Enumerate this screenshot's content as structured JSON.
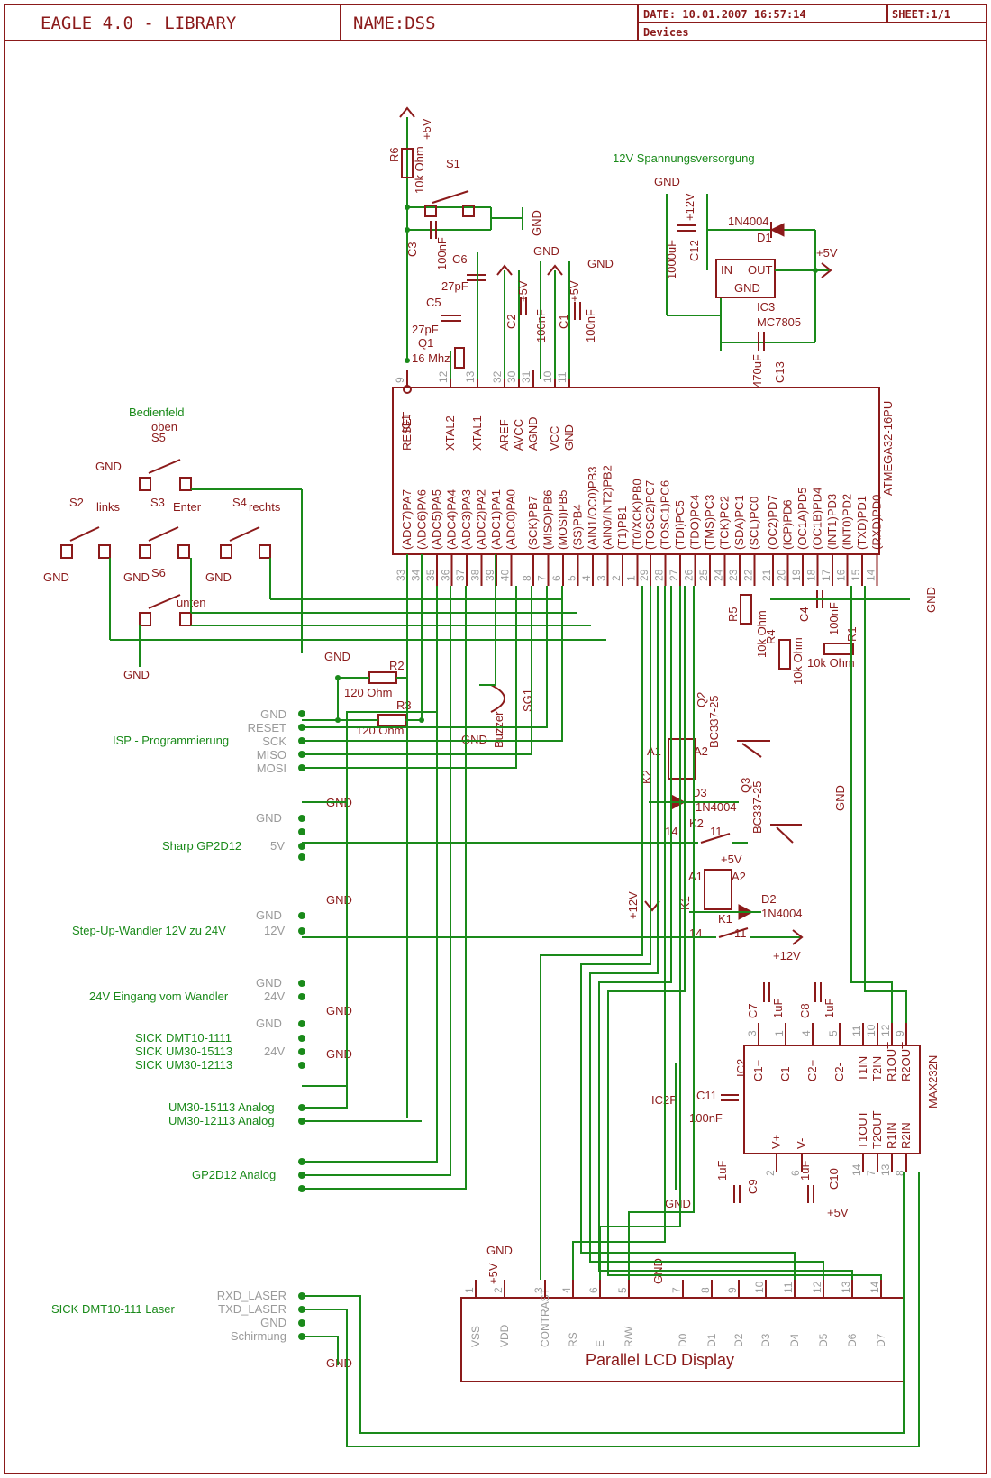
{
  "title_block": {
    "app": "EAGLE 4.0 - LIBRARY",
    "name": "NAME:DSS",
    "date": "DATE: 10.01.2007 16:57:14",
    "sheet": "SHEET:1/1",
    "category": "Devices"
  },
  "parts": {
    "mcu_ref": "IC1",
    "mcu_value": "ATMEGA32-16PU",
    "mcu_top_pins": [
      "RESET",
      "XTAL2",
      "XTAL1",
      "AREF",
      "AVCC",
      "AGND",
      "VCC",
      "GND"
    ],
    "mcu_top_nums": [
      "9",
      "12",
      "13",
      "32",
      "30",
      "31",
      "10",
      "11"
    ],
    "mcu_bottom_pins_a": [
      "(ADC7)PA7",
      "(ADC6)PA6",
      "(ADC5)PA5",
      "(ADC4)PA4",
      "(ADC3)PA3",
      "(ADC2)PA2",
      "(ADC1)PA1",
      "(ADC0)PA0"
    ],
    "mcu_bottom_pins_b": [
      "(SCK)PB7",
      "(MISO)PB6",
      "(MOSI)PB5",
      "(SS)PB4",
      "(AIN1/OC0)PB3",
      "(AIN0/INT2)PB2",
      "(T1)PB1",
      "(T0/XCK)PB0"
    ],
    "mcu_bottom_pins_c": [
      "(TOSC2)PC7",
      "(TOSC1)PC6",
      "(TDI)PC5",
      "(TDO)PC4",
      "(TMS)PC3",
      "(TCK)PC2",
      "(SDA)PC1",
      "(SCL)PC0"
    ],
    "mcu_bottom_pins_d": [
      "(OC2)PD7",
      "(ICP)PD6",
      "(OC1A)PD5",
      "(OC1B)PD4",
      "(INT1)PD3",
      "(INT0)PD2",
      "(TXD)PD1",
      "(RXD)PD0"
    ],
    "mcu_bottom_nums_a": [
      "33",
      "34",
      "35",
      "36",
      "37",
      "38",
      "39",
      "40"
    ],
    "mcu_bottom_nums_b": [
      "8",
      "7",
      "6",
      "5",
      "4",
      "3",
      "2",
      "1"
    ],
    "mcu_bottom_nums_c": [
      "29",
      "28",
      "27",
      "26",
      "25",
      "24",
      "23",
      "22"
    ],
    "mcu_bottom_nums_d": [
      "21",
      "20",
      "19",
      "18",
      "17",
      "16",
      "15",
      "14"
    ],
    "r6": "R6",
    "r6_value": "10k Ohm",
    "plus5v": "+5V",
    "s1": "S1",
    "c3": "C3",
    "c3_value": "100nF",
    "c6": "C6",
    "c5": "C5",
    "c5_value": "27pF",
    "c6_value": "27pF",
    "q1": "Q1",
    "q1_value": "16 Mhz",
    "c2": "C2",
    "c2_value": "100nF",
    "c1": "C1",
    "c1_value": "100nF",
    "gnd": "GND",
    "supply_title": "12V Spannungsversorgung",
    "d1": "1N4004",
    "d1_ref": "D1",
    "c12": "C12",
    "c12_value": "1000uF",
    "plus12v": "+12V",
    "ic3_in": "IN",
    "ic3_out": "OUT",
    "ic3_gnd": "GND",
    "ic3": "IC3",
    "ic3_value": "MC7805",
    "c13": "C13",
    "c13_value": "470uF",
    "panel_title": "Bedienfeld",
    "oben": "oben",
    "links": "links",
    "enter": "Enter",
    "rechts": "rechts",
    "unten": "unten",
    "s2": "S2",
    "s3": "S3",
    "s4": "S4",
    "s5": "S5",
    "s6": "S6",
    "r2": "R2",
    "r3": "R3",
    "r2_value": "120 Ohm",
    "r3_value": "120 Ohm",
    "sg1": "SG1",
    "buzzer": "Buzzer",
    "r5": "R5",
    "r5_value": "10k Ohm",
    "r4": "R4",
    "r4_value": "10k Ohm",
    "r1": "R1",
    "r1_value": "10k Ohm",
    "c4": "C4",
    "c4_value": "100nF",
    "q2": "Q2",
    "q2_value": "BC337-25",
    "q3": "Q3",
    "q3_value": "BC337-25",
    "k2": "K2",
    "k1": "K1",
    "a1": "A1",
    "a2": "A2",
    "d3": "D3",
    "d3_value": "1N4004",
    "d2": "D2",
    "d2_value": "1N4004",
    "relay_14": "14",
    "relay_11": "11",
    "c7": "C7",
    "c8": "C8",
    "c9": "C9",
    "c10": "C10",
    "c11": "C11",
    "uF": "1uF",
    "c11_value": "100nF",
    "ic2": "IC2",
    "ic2_value": "MAX232N",
    "ic2p": "IC2P",
    "ic2_pins_top": [
      "C1+",
      "C1-",
      "C2+",
      "C2-",
      "T1IN",
      "T2IN",
      "R1OUT",
      "R2OUT"
    ],
    "ic2_pins_bottom": [
      "V+",
      "V-",
      "T1OUT",
      "T2OUT",
      "R1IN",
      "R2IN"
    ],
    "lcd_title": "Parallel LCD Display",
    "lcd_pins": [
      "VSS",
      "VDD",
      "CONTRAST",
      "RS",
      "E",
      "R/W",
      "D0",
      "D1",
      "D2",
      "D3",
      "D4",
      "D5",
      "D6",
      "D7"
    ],
    "lcd_nums": [
      "1",
      "2",
      "3",
      "4",
      "6",
      "5",
      "7",
      "8",
      "9",
      "10",
      "11",
      "12",
      "13",
      "14"
    ]
  },
  "connectors": {
    "isp_title": "ISP - Programmierung",
    "isp_pins": [
      "GND",
      "RESET",
      "SCK",
      "MISO",
      "MOSI"
    ],
    "sharp_title": "Sharp GP2D12",
    "sharp_pins": [
      "GND",
      "5V"
    ],
    "stepup_title": "Step-Up-Wandler 12V zu 24V",
    "stepup_pins": [
      "GND",
      "12V"
    ],
    "in24_title": "24V Eingang vom Wandler",
    "in24_pins": [
      "GND",
      "24V"
    ],
    "sick_titles": [
      "SICK DMT10-1111",
      "SICK UM30-15113",
      "SICK UM30-12113"
    ],
    "sick_pins": [
      "GND",
      "24V"
    ],
    "um30_analog": [
      "UM30-15113 Analog",
      "UM30-12113 Analog"
    ],
    "gp2_analog": "GP2D12 Analog",
    "laser_title": "SICK DMT10-111 Laser",
    "laser_pins": [
      "RXD_LASER",
      "TXD_LASER",
      "GND",
      "Schirmung"
    ]
  }
}
